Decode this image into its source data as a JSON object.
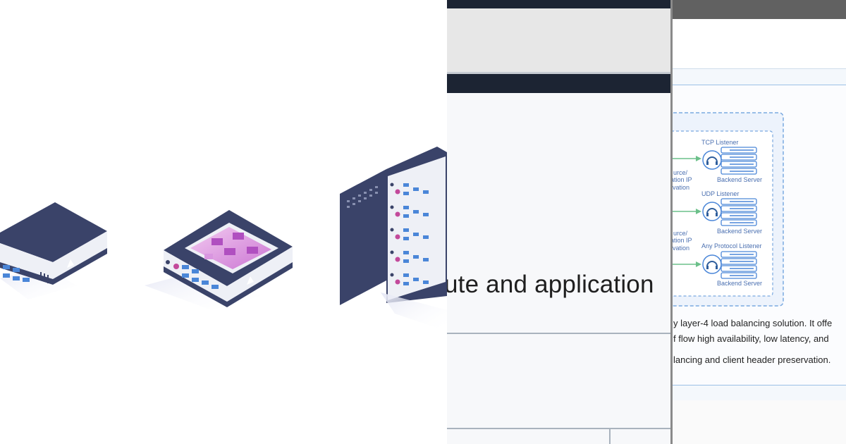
{
  "panel2": {
    "heading": "ute and application"
  },
  "panel3": {
    "diagram": {
      "listeners": [
        "TCP Listener",
        "UDP Listener",
        "Any Protocol Listener"
      ],
      "backend_label": "Backend Server",
      "side_label_1": [
        "urce/",
        "ation IP",
        "rvation"
      ],
      "side_label_2": [
        "urce/",
        "ation IP",
        "rvation"
      ]
    },
    "description_lines": [
      "y layer-4 load balancing solution. It offe",
      "f flow high availability, low latency, and",
      "lancing and client header preservation."
    ]
  },
  "colors": {
    "navy": "#3a4369",
    "pink": "#d27ad8",
    "blue_accent": "#4a86d8",
    "green_arrow": "#6cc08a"
  }
}
